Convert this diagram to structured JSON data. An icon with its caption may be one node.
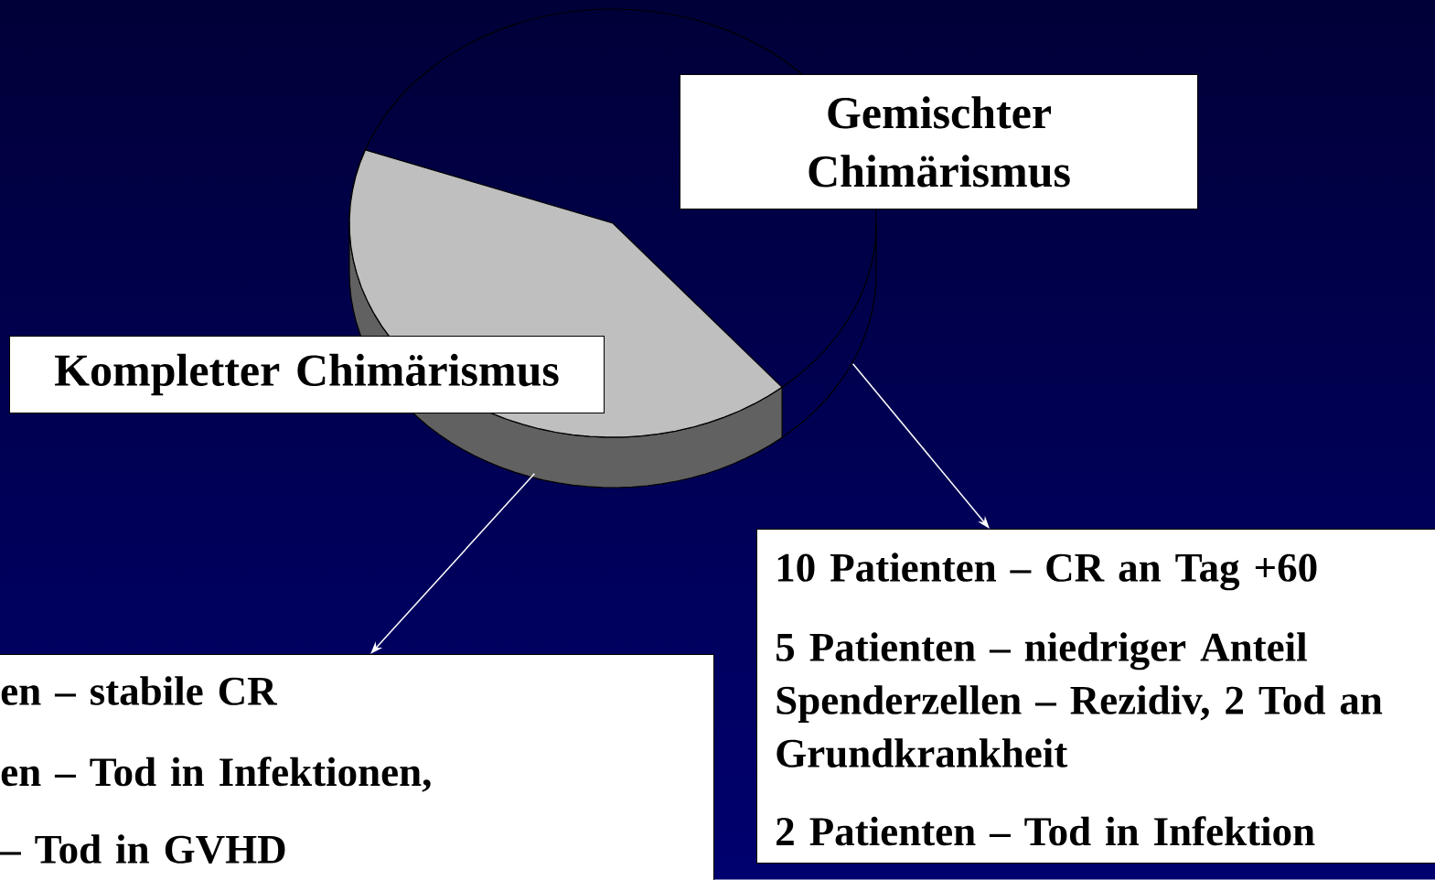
{
  "diagram": {
    "nodes": [
      {
        "text": [
          "Gemischter Chimärismus"
        ]
      },
      {
        "text": [],
        "shape": "wedge"
      },
      {
        "text": [],
        "shape": "wedge"
      },
      {
        "text": [
          "Kompletter Chimärismus"
        ]
      },
      {
        "text": [
          "10 Patienten – CR an Tag +60",
          "5 Patienten – niedriger Anteil Spenderzellen – Rezidiv, 2 Tod an Grundkrankheit",
          "2 Patienten – Tod in Infektion"
        ]
      },
      {
        "text": [
          "en – stabile CR",
          "en – Tod in Infektionen,",
          "– Tod in GVHD"
        ]
      }
    ],
    "edges": [
      {
        "from": 1,
        "to": 5,
        "arrow": "to"
      },
      {
        "from": 2,
        "to": 4,
        "arrow": "to"
      }
    ]
  }
}
